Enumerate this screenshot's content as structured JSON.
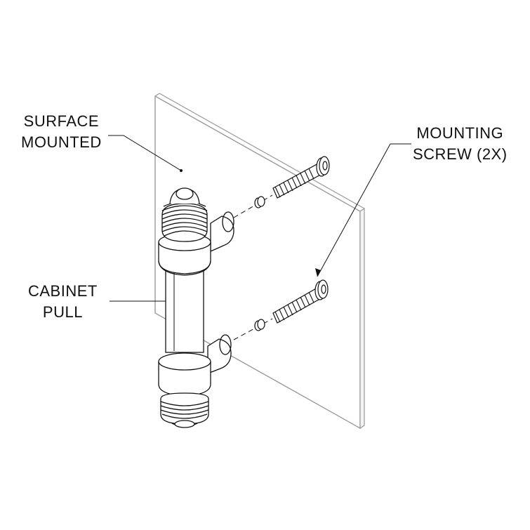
{
  "labels": {
    "surface": {
      "line1": "SURFACE",
      "line2": "MOUNTED"
    },
    "screw": {
      "line1": "MOUNTING",
      "line2": "SCREW (2X)"
    },
    "pull": {
      "line1": "CABINET",
      "line2": "PULL"
    }
  },
  "colors": {
    "line": "#111111",
    "panel_edge": "#9a9a9a",
    "fill": "#ffffff"
  }
}
